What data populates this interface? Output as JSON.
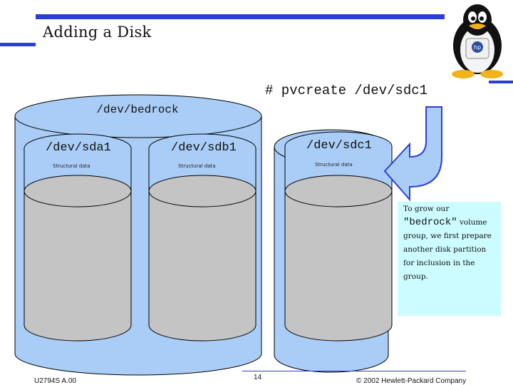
{
  "slide": {
    "title": "Adding a Disk",
    "command": "# pvcreate /dev/sdc1",
    "volume_group": "/dev/bedrock",
    "disks": [
      {
        "label": "/dev/sda1",
        "structural": "Structural data"
      },
      {
        "label": "/dev/sdb1",
        "structural": "Structural data"
      },
      {
        "label": "/dev/sdc1",
        "structural": "Structural data"
      }
    ],
    "note": {
      "prefix": "To grow our",
      "emphasis": "\"bedrock\"",
      "suffix": "volume group, we first prepare another disk partition for inclusion in the group."
    }
  },
  "footer": {
    "course_code": "U2794S A.00",
    "page_number": "14",
    "copyright": "© 2002 Hewlett-Packard Company"
  },
  "logo": {
    "name": "tux-penguin-icon",
    "badge_text": "hp"
  },
  "colors": {
    "accent_bar": "#2b3fd6",
    "cylinder_fill": "#a9cdf6",
    "disk_gray": "#c4c4c4",
    "note_bg": "#ccfcff"
  }
}
